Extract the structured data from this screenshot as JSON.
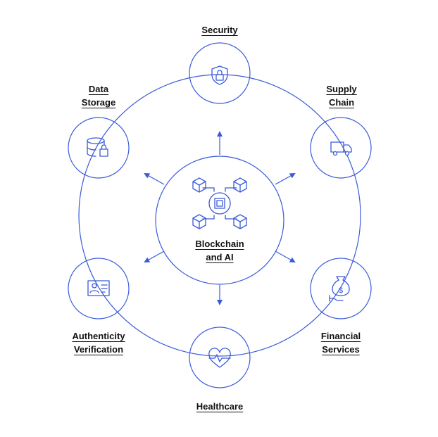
{
  "center": {
    "line1": "Blockchain",
    "line2": "and AI",
    "icon": "chip-network-icon"
  },
  "nodes": [
    {
      "id": "security",
      "lines": [
        "Security"
      ],
      "icon": "shield-lock-icon"
    },
    {
      "id": "supply-chain",
      "lines": [
        "Supply",
        "Chain"
      ],
      "icon": "truck-icon"
    },
    {
      "id": "financial-services",
      "lines": [
        "Financial",
        "Services"
      ],
      "icon": "money-bag-hand-icon"
    },
    {
      "id": "healthcare",
      "lines": [
        "Healthcare"
      ],
      "icon": "heart-pulse-icon"
    },
    {
      "id": "authenticity-verification",
      "lines": [
        "Authenticity",
        "Verification"
      ],
      "icon": "id-card-icon"
    },
    {
      "id": "data-storage",
      "lines": [
        "Data",
        "Storage"
      ],
      "icon": "database-lock-icon"
    }
  ],
  "colors": {
    "accent": "#3a5bd9",
    "text": "#111111"
  }
}
